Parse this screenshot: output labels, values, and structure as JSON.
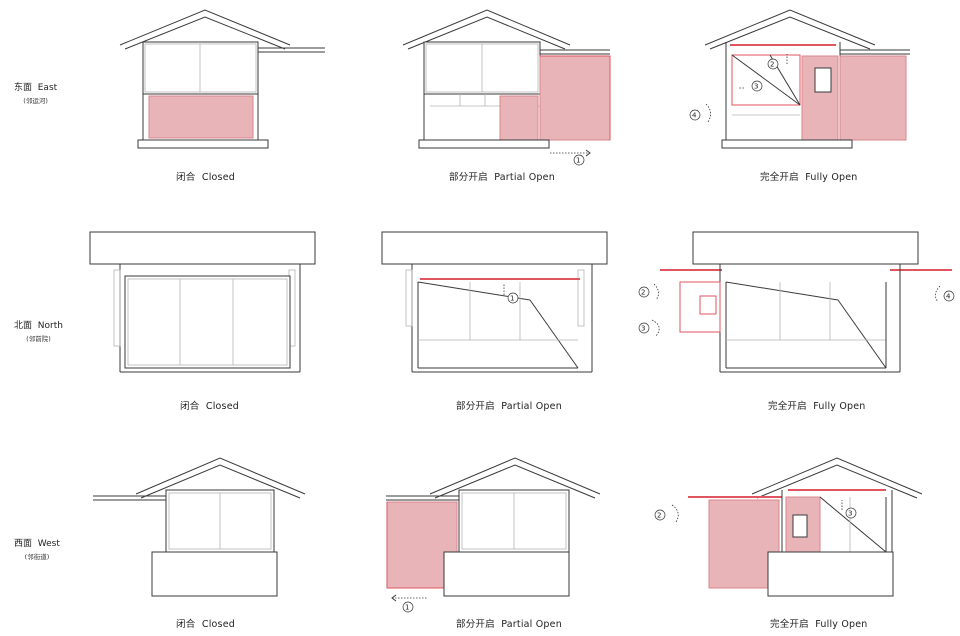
{
  "rows": [
    {
      "name_zh": "东面",
      "name_en": "East",
      "sub": "(邻运河)"
    },
    {
      "name_zh": "北面",
      "name_en": "North",
      "sub": "(邻前院)"
    },
    {
      "name_zh": "西面",
      "name_en": "West",
      "sub": "(邻街道)"
    }
  ],
  "states": [
    {
      "zh": "闭合",
      "en": "Closed"
    },
    {
      "zh": "部分开启",
      "en": "Partial Open"
    },
    {
      "zh": "完全开启",
      "en": "Fully Open"
    }
  ],
  "step_markers": [
    "①",
    "②",
    "③",
    "④"
  ],
  "colors": {
    "panel_fill": "#e8b4b8",
    "highlight": "#e0555f",
    "line": "#3a3a3a"
  }
}
